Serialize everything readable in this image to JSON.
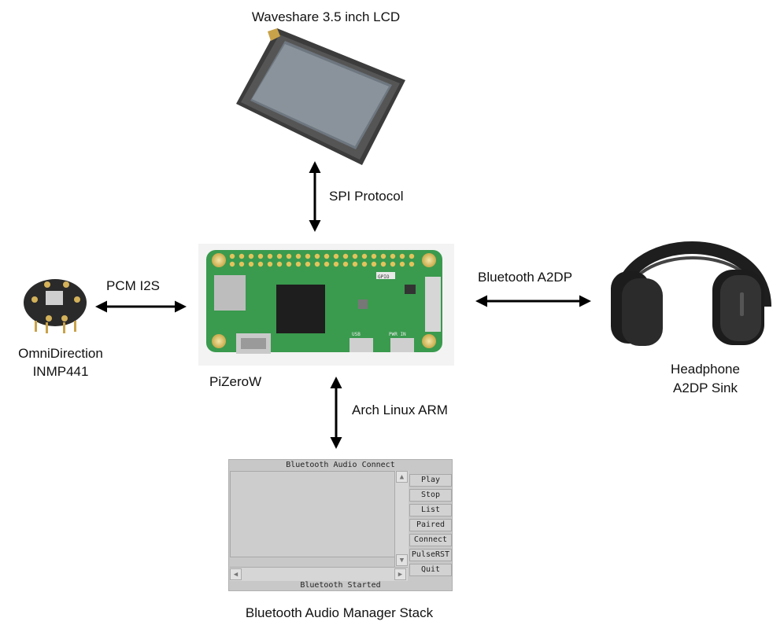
{
  "lcd": {
    "title": "Waveshare 3.5 inch LCD"
  },
  "links": {
    "spi": "SPI Protocol",
    "i2s": "PCM I2S",
    "a2dp": "Bluetooth A2DP",
    "os": "Arch Linux ARM"
  },
  "mic": {
    "line1": "OmniDirection",
    "line2": "INMP441"
  },
  "board": {
    "name": "PiZeroW",
    "silk_label": "GPIO",
    "usb_label": "USB",
    "pwr_label": "PWR IN"
  },
  "headphone": {
    "line1": "Headphone",
    "line2": "A2DP Sink"
  },
  "app": {
    "title": "Bluetooth Audio Connect",
    "status": "Bluetooth Started",
    "buttons": [
      "Play",
      "Stop",
      "List",
      "Paired",
      "Connect",
      "PulseRST",
      "Quit"
    ]
  },
  "caption": "Bluetooth Audio Manager Stack",
  "colors": {
    "pcb": "#3a9a4e",
    "lcd_frame": "#4a4a4a",
    "arrow": "#000000"
  }
}
